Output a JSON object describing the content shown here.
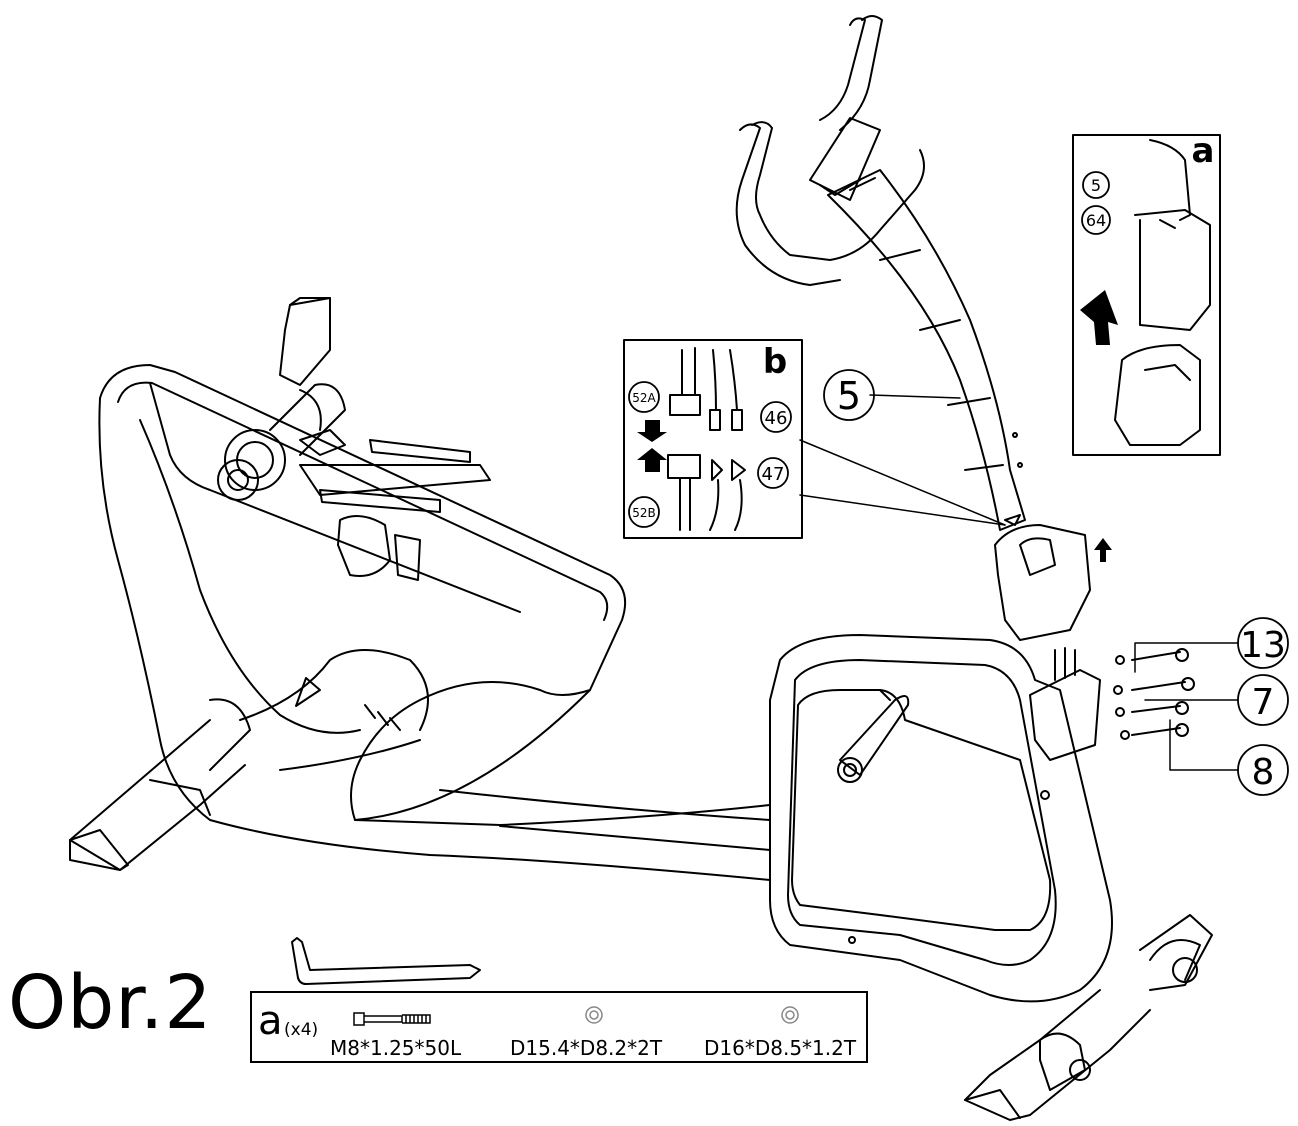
{
  "figure": {
    "title": "Obr.2"
  },
  "callouts": {
    "c5": "5",
    "c13": "13",
    "c7": "7",
    "c8": "8"
  },
  "inset_a": {
    "letter": "a",
    "label_5": "5",
    "label_64": "64"
  },
  "inset_b": {
    "letter": "b",
    "label_52a": "52A",
    "label_46": "46",
    "label_47": "47",
    "label_52b": "52B"
  },
  "legend": {
    "letter": "a",
    "multiplier": "(x4)",
    "items": [
      {
        "spec": "M8*1.25*50L",
        "icon": "bolt-icon"
      },
      {
        "spec": "D15.4*D8.2*2T",
        "icon": "spring-washer-icon"
      },
      {
        "spec": "D16*D8.5*1.2T",
        "icon": "flat-washer-icon"
      }
    ]
  }
}
